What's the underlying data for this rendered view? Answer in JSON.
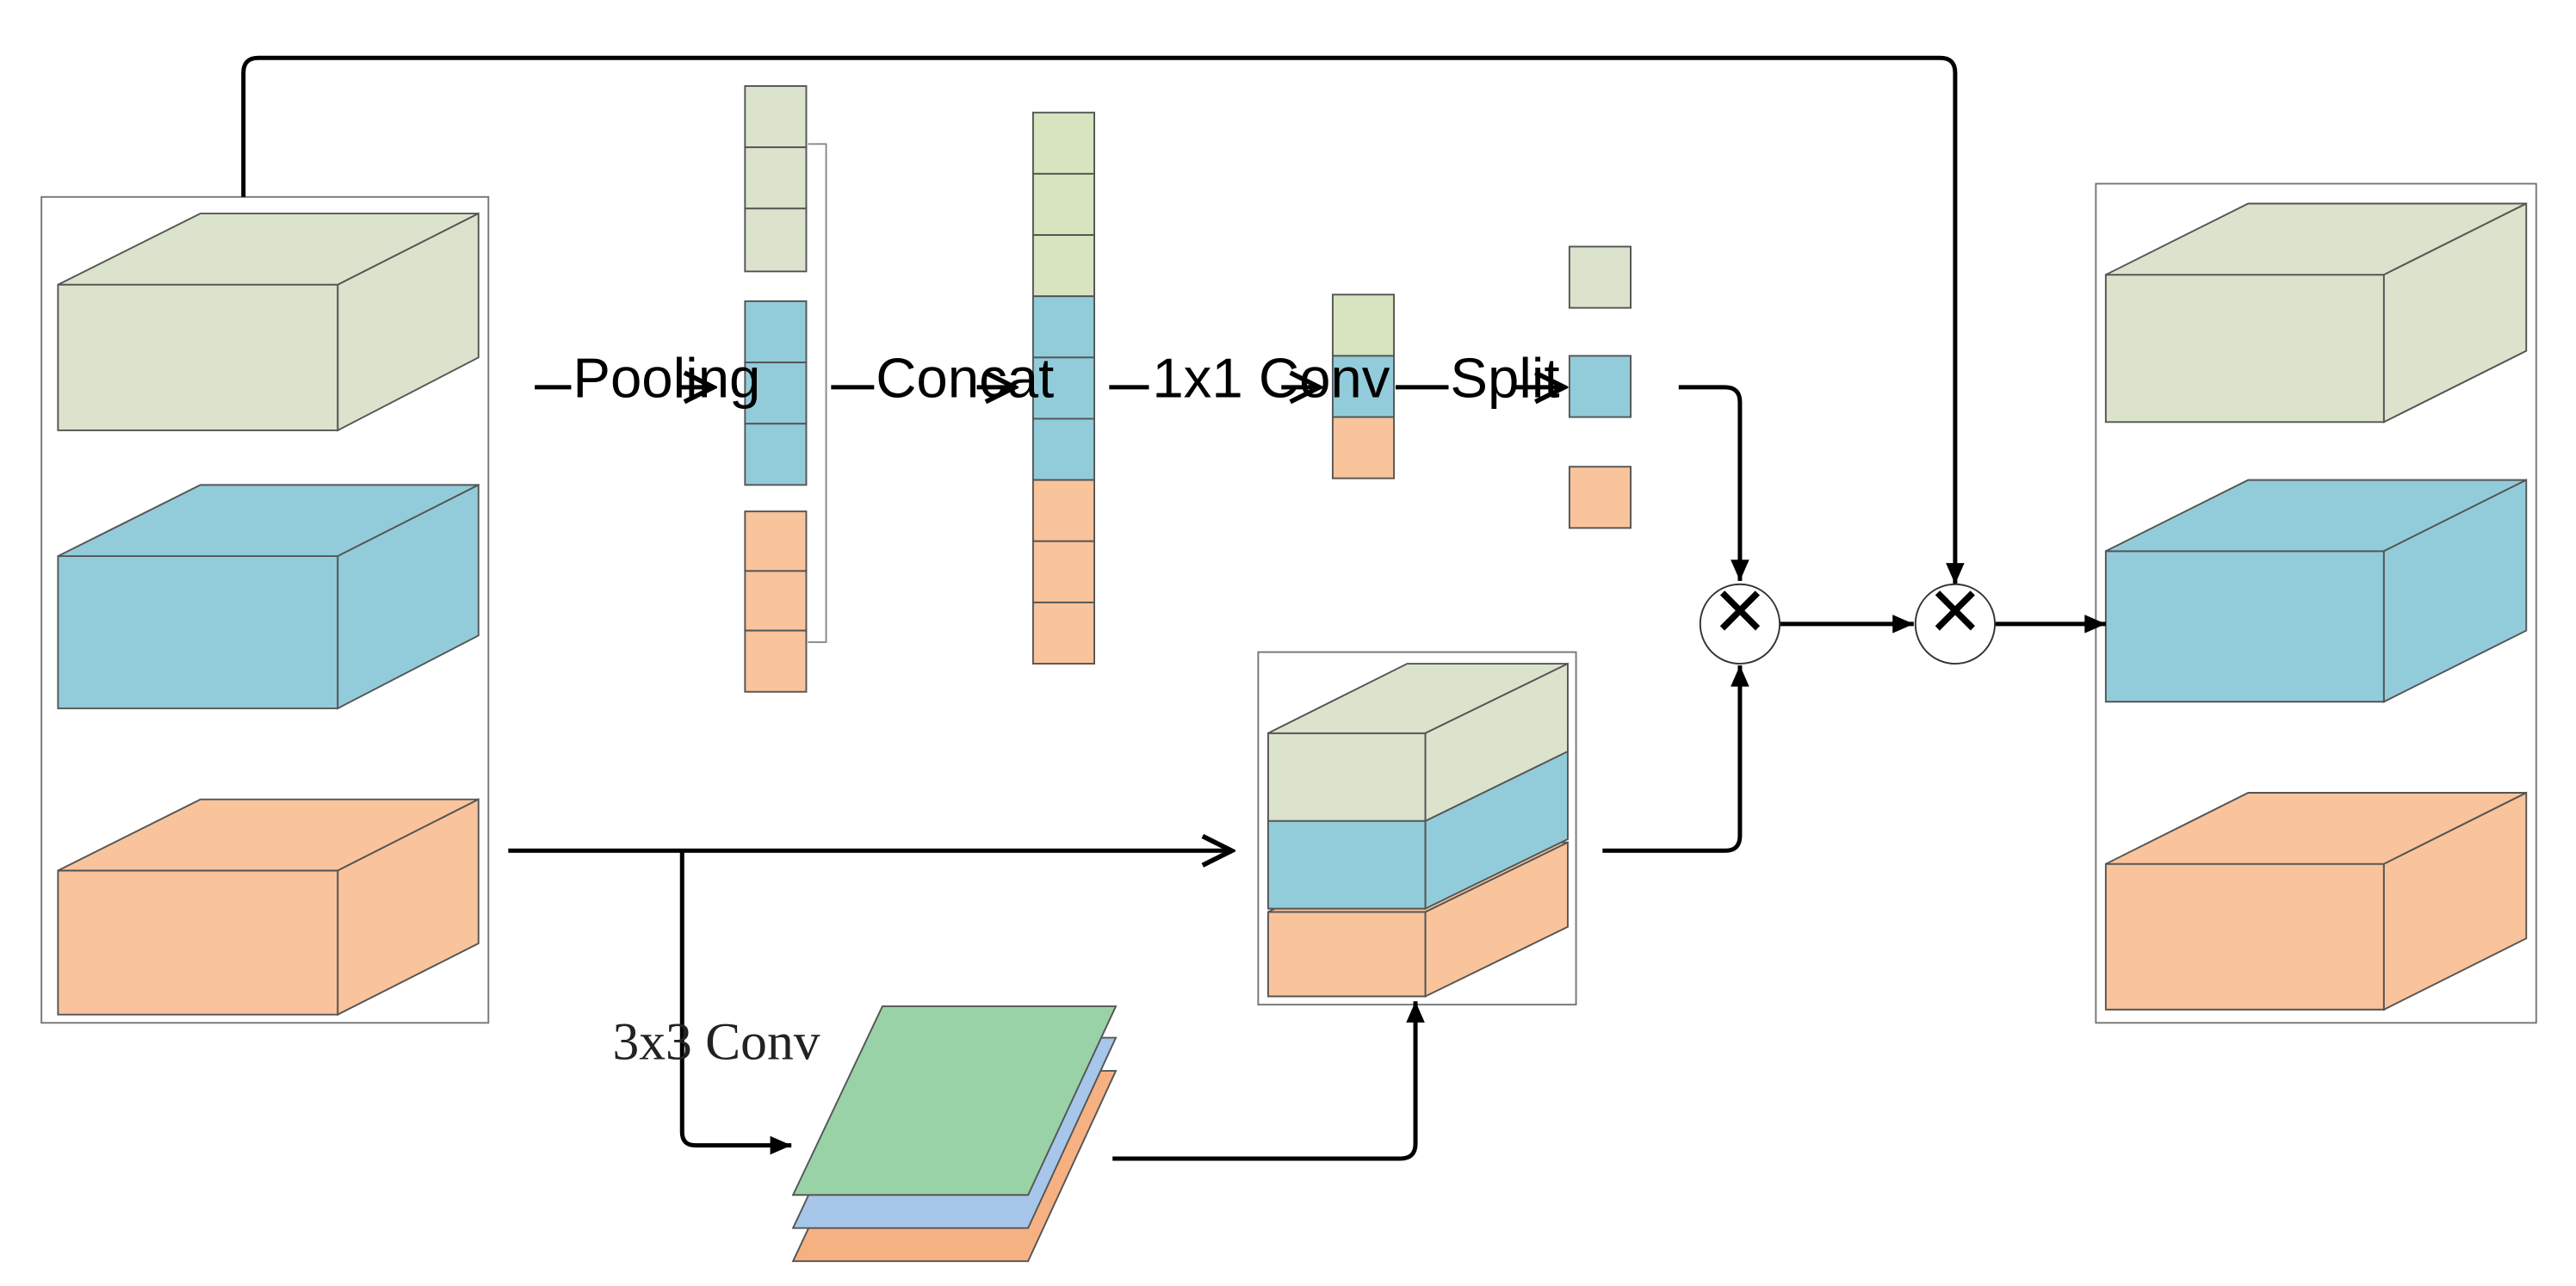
{
  "colors": {
    "green": "#dce3cc",
    "blue": "#92ccda",
    "orange": "#f9c49b",
    "conv_green": "#99d2a6",
    "conv_blue": "#a6c6ea",
    "conv_orange": "#f6b183",
    "outline": "#555555",
    "arrow": "#000000"
  },
  "labels": {
    "pooling": "Pooling",
    "concat": "Concat",
    "conv1x1": "1x1 Conv",
    "split": "Split",
    "conv3x3": "3x3 Conv",
    "multiply": "×"
  }
}
